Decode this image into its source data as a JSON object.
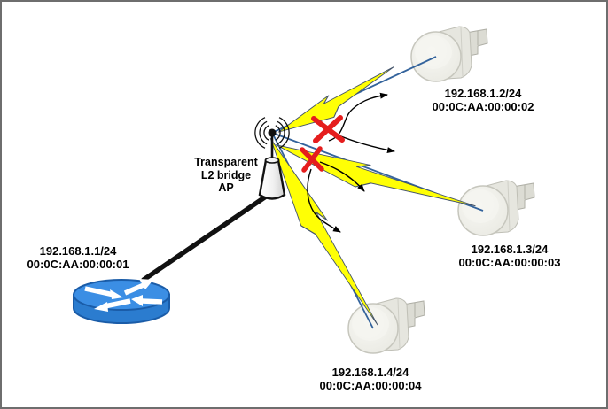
{
  "diagram": {
    "type": "network-topology",
    "nodes": {
      "router": {
        "ip": "192.168.1.1/24",
        "mac": "00:0C:AA:00:00:01"
      },
      "ap": {
        "label_line1": "Transparent",
        "label_line2": "L2 bridge",
        "label_line3": "AP"
      },
      "client2": {
        "ip": "192.168.1.2/24",
        "mac": "00:0C:AA:00:00:02"
      },
      "client3": {
        "ip": "192.168.1.3/24",
        "mac": "00:0C:AA:00:00:03"
      },
      "client4": {
        "ip": "192.168.1.4/24",
        "mac": "00:0C:AA:00:00:04"
      }
    },
    "colors": {
      "bolt_fill": "#FFFF05",
      "bolt_outline": "#44546A",
      "wireless_link": "#33639C",
      "blocked_x": "#E51D1D",
      "router_top": "#3B8EE4",
      "router_side": "#2B7CCF",
      "router_outline": "#1A5CA8",
      "cable": "#111111"
    }
  }
}
